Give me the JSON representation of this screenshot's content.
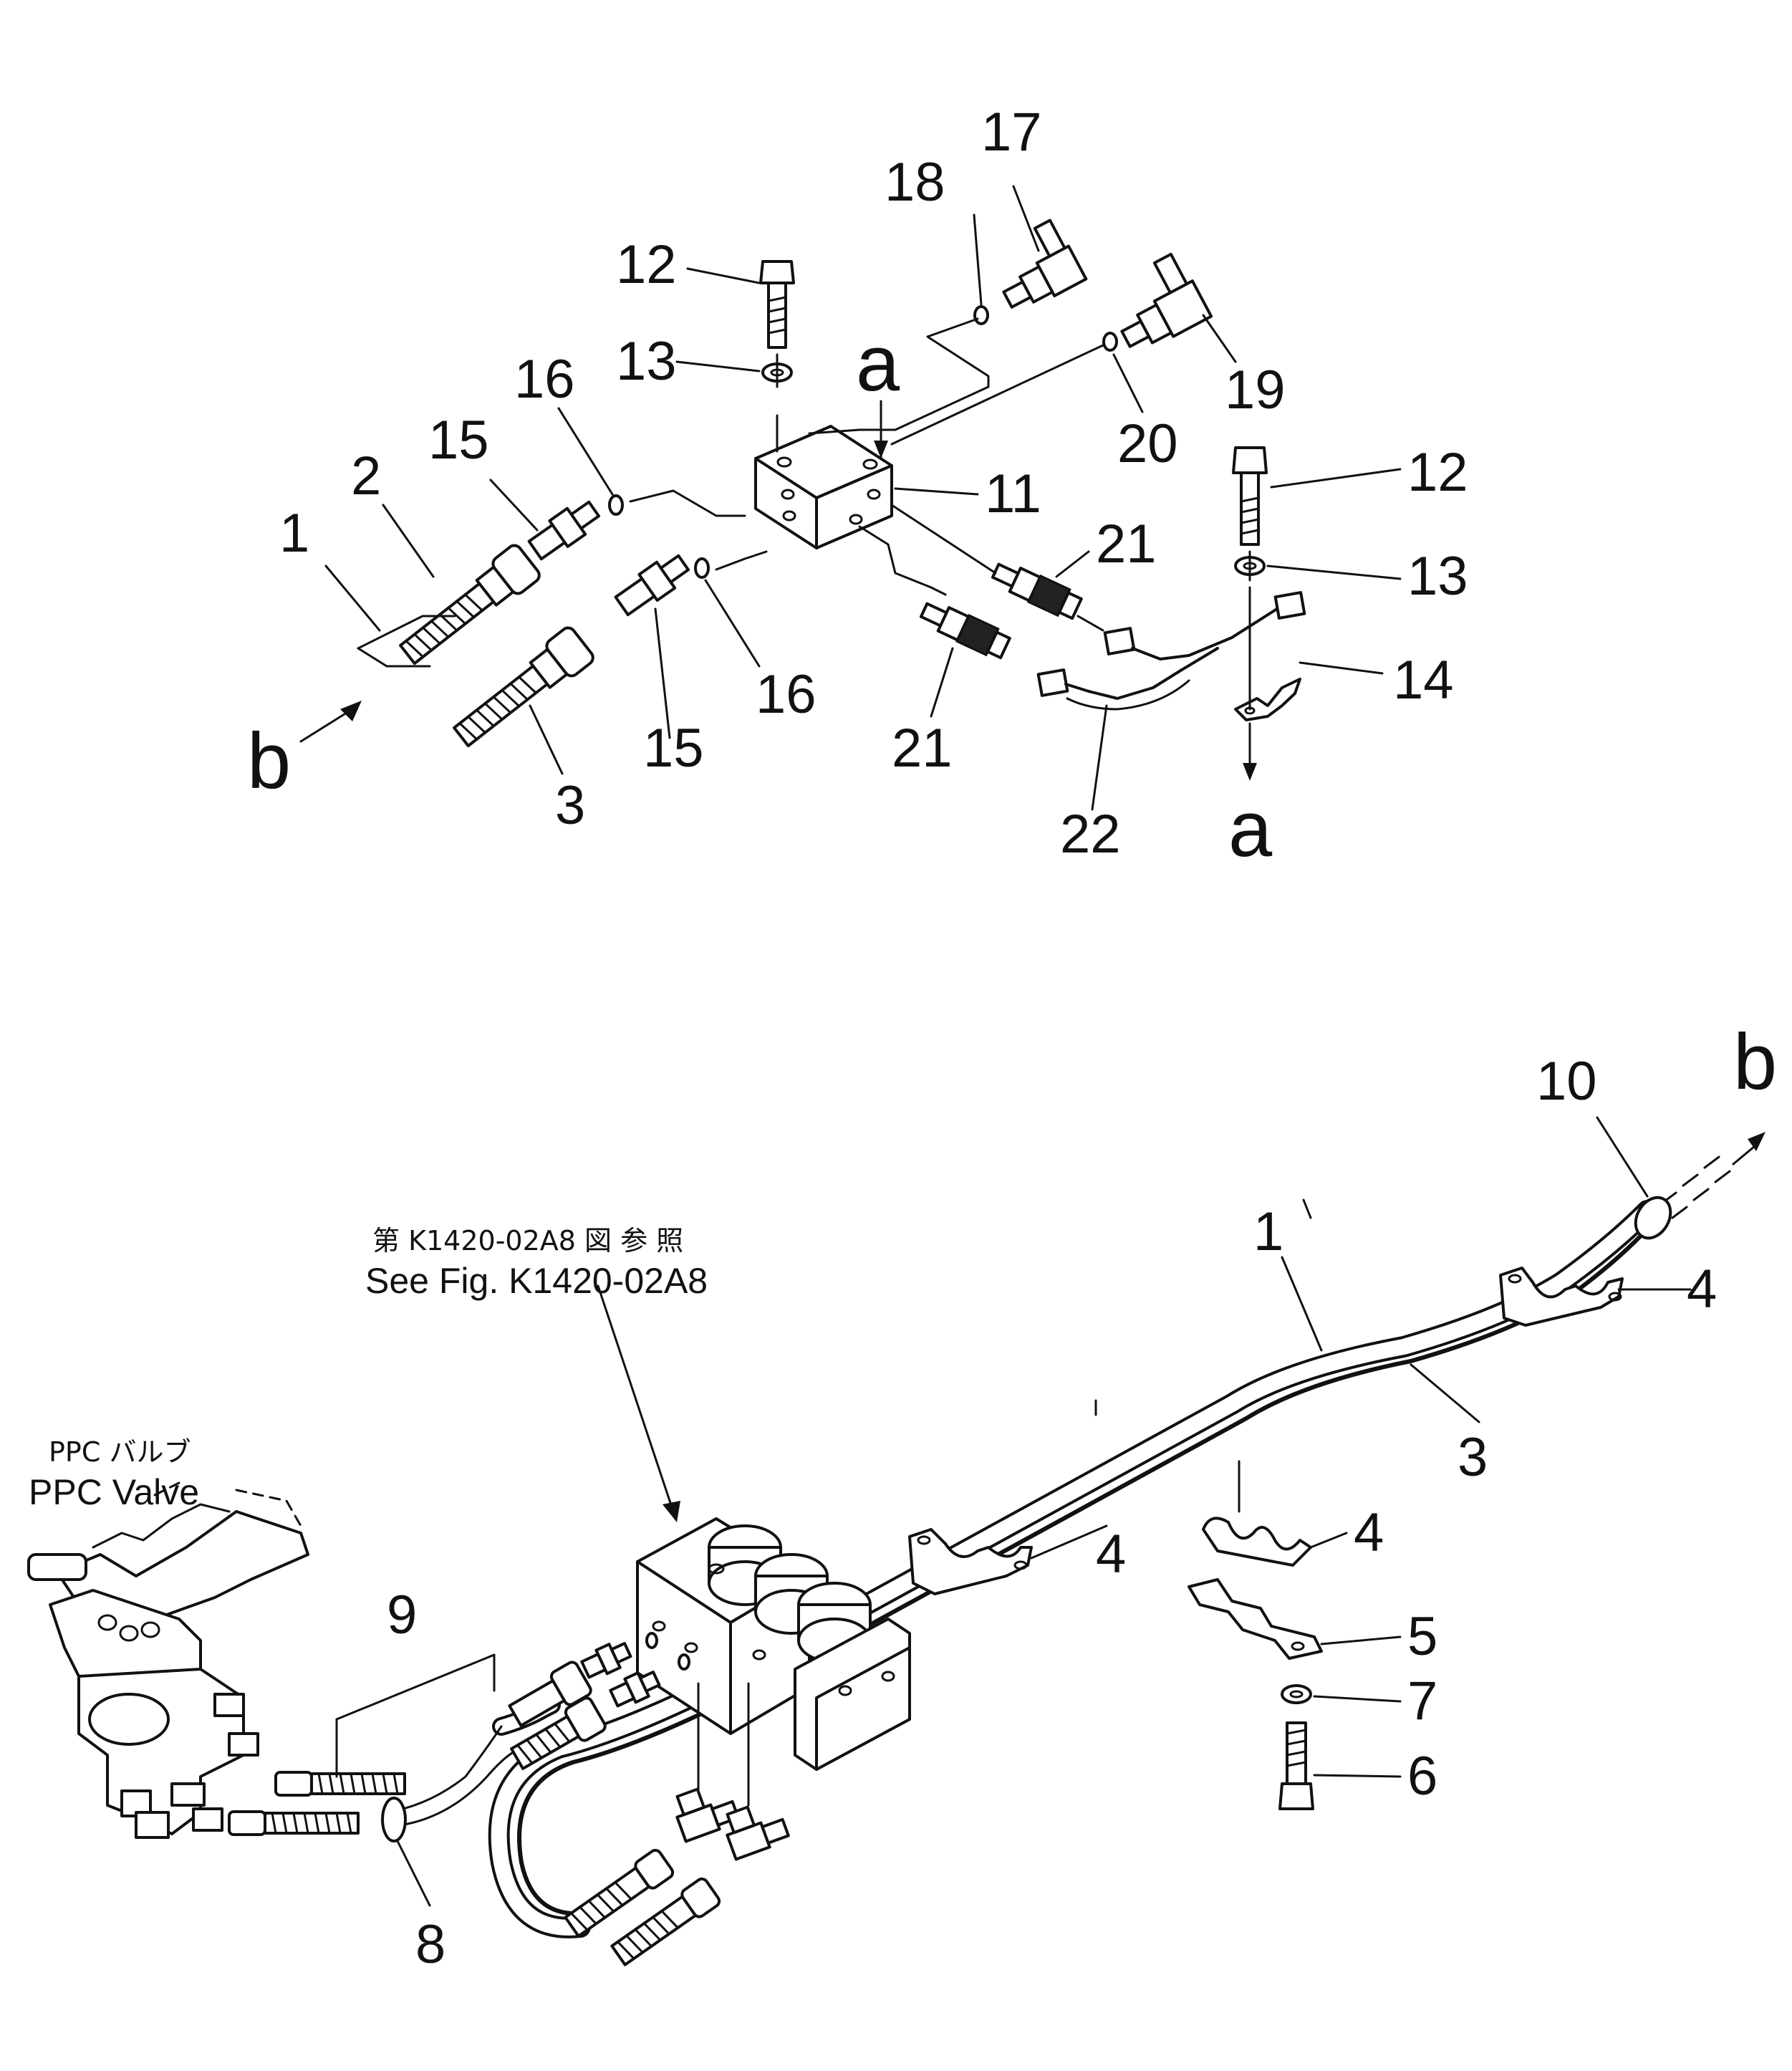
{
  "callouts": {
    "c1_top": "1",
    "c2": "2",
    "c3_top": "3",
    "c15_upper": "15",
    "c15_lower": "15",
    "c16_upper": "16",
    "c16_lower": "16",
    "c12_left": "12",
    "c13_left": "13",
    "c18": "18",
    "c17": "17",
    "c19": "19",
    "c20": "20",
    "c11": "11",
    "c12_right": "12",
    "c13_right": "13",
    "c21_upper": "21",
    "c21_lower": "21",
    "c14": "14",
    "c22": "22",
    "c10": "10",
    "c1_bottom": "1",
    "c3_bottom": "3",
    "c4_top": "4",
    "c4_mid": "4",
    "c4_lower": "4",
    "c5": "5",
    "c7": "7",
    "c6": "6",
    "c9": "9",
    "c8": "8"
  },
  "connection_marks": {
    "a_upper": "a",
    "a_lower": "a",
    "b_left": "b",
    "b_right": "b"
  },
  "notes": {
    "reference_jp": "第 K1420-02A8 図 参 照",
    "reference_en": "See Fig. K1420-02A8",
    "ppc_jp": "PPC バルブ",
    "ppc_en": "PPC Valve"
  }
}
